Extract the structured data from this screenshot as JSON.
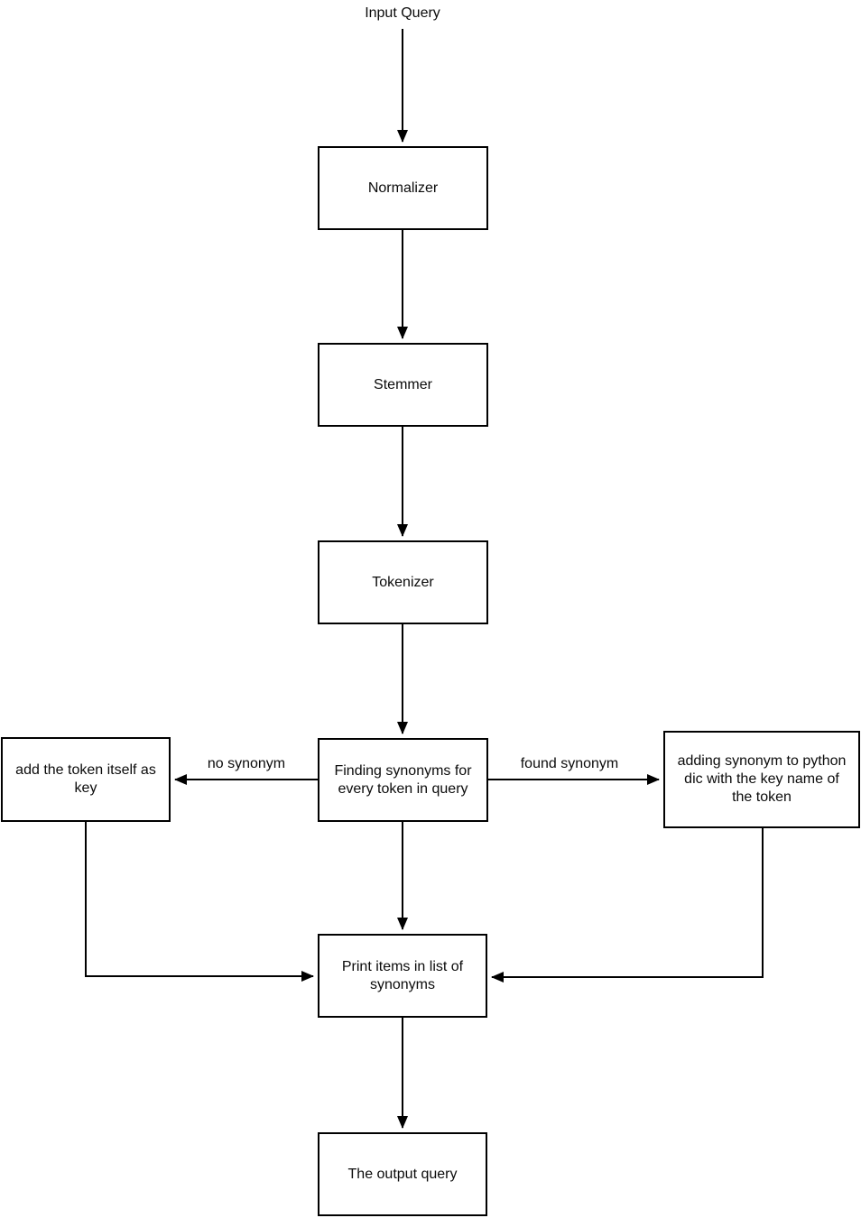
{
  "diagram": {
    "title_label": "Input Query",
    "nodes": {
      "normalizer": {
        "label": "Normalizer"
      },
      "stemmer": {
        "label": "Stemmer"
      },
      "tokenizer": {
        "label": "Tokenizer"
      },
      "finding_synonyms": {
        "label": "Finding synonyms for every token in query"
      },
      "add_token": {
        "label": "add the token itself as key"
      },
      "adding_synonym": {
        "label": "adding synonym to python dic with the key name of the token"
      },
      "print_items": {
        "label": "Print items in list of synonyms"
      },
      "output_query": {
        "label": "The output query"
      }
    },
    "edge_labels": {
      "no_synonym": "no synonym",
      "found_synonym": "found synonym"
    },
    "colors": {
      "line": "#000000",
      "box_border": "#000000",
      "box_fill": "#ffffff",
      "text": "#0b0b0b",
      "background": "#ffffff"
    }
  }
}
